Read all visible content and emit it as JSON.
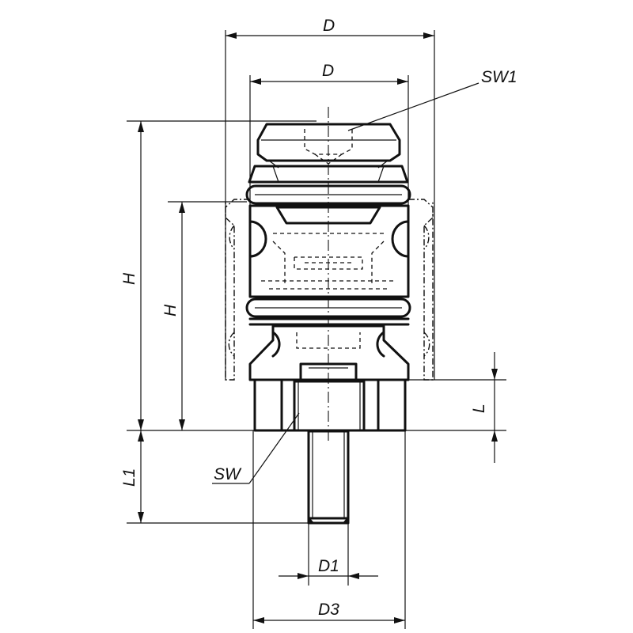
{
  "labels": {
    "d_outer": "D",
    "d_inner": "D",
    "sw1": "SW1",
    "h_outer": "H",
    "h_inner": "H",
    "l": "L",
    "sw": "SW",
    "l1": "L1",
    "d1": "D1",
    "d3": "D3"
  }
}
